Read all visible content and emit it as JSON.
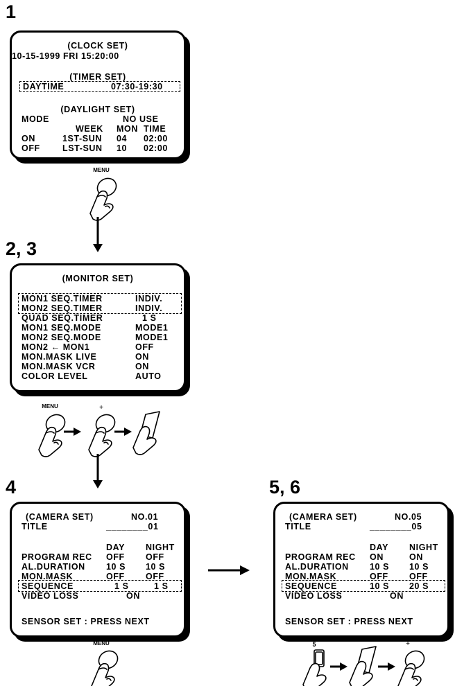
{
  "steps": {
    "s1": "1",
    "s23": "2, 3",
    "s4": "4",
    "s56": "5, 6"
  },
  "screen1": {
    "clock_title": "(CLOCK SET)",
    "clock_value": "10-15-1999 FRI 15:20:00",
    "timer_title": "(TIMER SET)",
    "timer_label": "DAYTIME",
    "timer_value": "07:30-19:30",
    "daylight_title": "(DAYLIGHT SET)",
    "mode_label": "MODE",
    "mode_value": "NO USE",
    "col_week": "WEEK",
    "col_mon": "MON",
    "col_time": "TIME",
    "rows": [
      {
        "a": "ON",
        "week": "1ST-SUN",
        "mon": "04",
        "time": "02:00"
      },
      {
        "a": "OFF",
        "week": "LST-SUN",
        "mon": "10",
        "time": "02:00"
      }
    ]
  },
  "screen2": {
    "title": "(MONITOR SET)",
    "rows": [
      {
        "label": "MON1 SEQ.TIMER",
        "value": "INDIV."
      },
      {
        "label": "MON2 SEQ.TIMER",
        "value": "INDIV."
      },
      {
        "label": "QUAD SEQ.TIMER",
        "value": "1 S"
      },
      {
        "label": "MON1 SEQ.MODE",
        "value": "MODE1"
      },
      {
        "label": "MON2 SEQ.MODE",
        "value": "MODE1"
      },
      {
        "label": "MON2 ← MON1",
        "value": "OFF"
      },
      {
        "label": "MON.MASK LIVE",
        "value": "ON"
      },
      {
        "label": "MON.MASK VCR",
        "value": "ON"
      },
      {
        "label": "COLOR LEVEL",
        "value": "AUTO"
      }
    ]
  },
  "screen4": {
    "title": "(CAMERA SET)",
    "no": "NO.01",
    "title_label": "TITLE",
    "title_value": "________01",
    "col_day": "DAY",
    "col_night": "NIGHT",
    "rows": [
      {
        "label": "PROGRAM REC",
        "day": "OFF",
        "night": "OFF"
      },
      {
        "label": "AL.DURATION",
        "day": "10 S",
        "night": "10 S"
      },
      {
        "label": "MON.MASK",
        "day": "OFF",
        "night": "OFF"
      },
      {
        "label": "SEQUENCE",
        "day": "1 S",
        "night": "1 S"
      }
    ],
    "video_loss_label": "VIDEO LOSS",
    "video_loss_value": "ON",
    "footer": "SENSOR SET : PRESS NEXT"
  },
  "screen56": {
    "title": "(CAMERA SET)",
    "no": "NO.05",
    "title_label": "TITLE",
    "title_value": "________05",
    "col_day": "DAY",
    "col_night": "NIGHT",
    "rows": [
      {
        "label": "PROGRAM REC",
        "day": "ON",
        "night": "ON"
      },
      {
        "label": "AL.DURATION",
        "day": "10 S",
        "night": "10 S"
      },
      {
        "label": "MON.MASK",
        "day": "OFF",
        "night": "OFF"
      },
      {
        "label": "SEQUENCE",
        "day": "10 S",
        "night": "20 S"
      }
    ],
    "video_loss_label": "VIDEO LOSS",
    "video_loss_value": "ON",
    "footer": "SENSOR SET : PRESS NEXT"
  },
  "buttons": {
    "menu": "MENU",
    "plus": "+",
    "five": "5"
  },
  "icons": [
    "hand-press-button-icon",
    "hand-tilt-icon",
    "hand-press-key-icon",
    "arrow-right-icon",
    "arrow-down-icon"
  ]
}
